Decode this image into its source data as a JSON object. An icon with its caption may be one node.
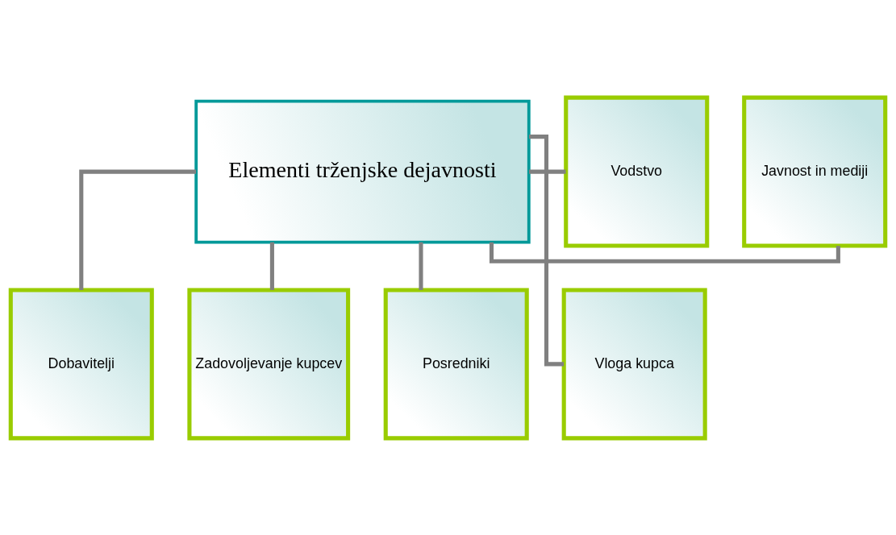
{
  "diagram": {
    "nodes": [
      {
        "text": [
          "Elementi trženjske dejavnosti"
        ]
      },
      {
        "text": [
          "Javnost in mediji"
        ]
      },
      {
        "text": [
          "Vodstvo"
        ]
      },
      {
        "text": [
          "Dobavitelji"
        ]
      },
      {
        "text": [
          "Zadovoljevanje kupcev"
        ]
      },
      {
        "text": [
          "Posredniki"
        ]
      },
      {
        "text": [
          "Vloga kupca"
        ]
      }
    ],
    "edges": [
      {
        "from": 0,
        "to": 1,
        "arrow": "none"
      },
      {
        "from": 0,
        "to": 2,
        "arrow": "none"
      },
      {
        "from": 0,
        "to": 3,
        "arrow": "none"
      },
      {
        "from": 0,
        "to": 4,
        "arrow": "none"
      },
      {
        "from": 0,
        "to": 5,
        "arrow": "none"
      },
      {
        "from": 0,
        "to": 6,
        "arrow": "none"
      }
    ]
  }
}
